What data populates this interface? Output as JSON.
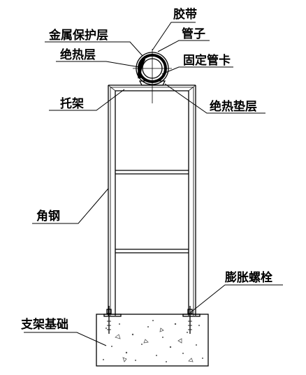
{
  "labels": {
    "tape": "胶带",
    "metal_jacket": "金属保护层",
    "pipe": "管子",
    "insulation": "绝热层",
    "pipe_clamp": "固定管卡",
    "bracket": "托架",
    "insulation_pad": "绝热垫层",
    "angle_steel": "角钢",
    "expansion_bolt": "膨胀螺栓",
    "support_base": "支架基础"
  },
  "colors": {
    "line": "#000000",
    "background": "#ffffff",
    "concrete_speckle": "#555555"
  }
}
